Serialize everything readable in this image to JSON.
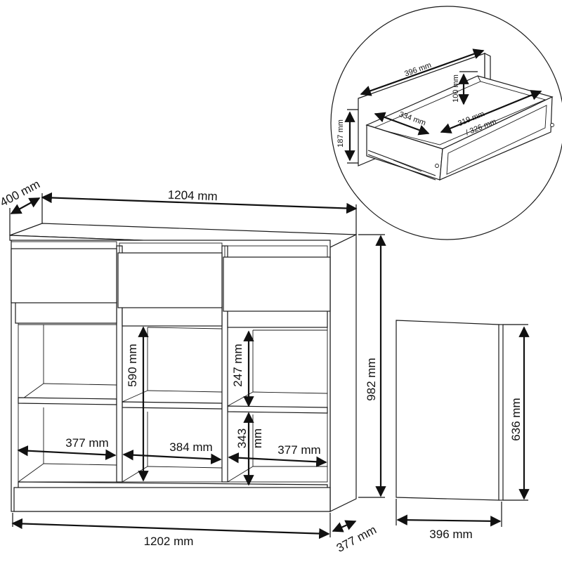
{
  "dimensions": {
    "overall_width_top": "1204 mm",
    "depth_top": "400 mm",
    "overall_width_bottom": "1202 mm",
    "depth_bottom": "377 mm",
    "height": "982 mm",
    "compartment_height_upper": "590 mm",
    "compartment_height_shelf": "247 mm",
    "compartment_height_lower": "343",
    "compartment_height_lower_unit": "mm",
    "compartment_width_left": "377 mm",
    "compartment_width_center": "384 mm",
    "compartment_width_right": "377 mm",
    "side_panel_height": "636 mm",
    "side_panel_width": "396 mm"
  },
  "drawer_detail": {
    "length": "396 mm",
    "height_outer": "187 mm",
    "height_inner": "100 mm",
    "width_outer": "334 mm",
    "width_inner": "319 mm",
    "width_inner_alt": "/ 326 mm"
  }
}
